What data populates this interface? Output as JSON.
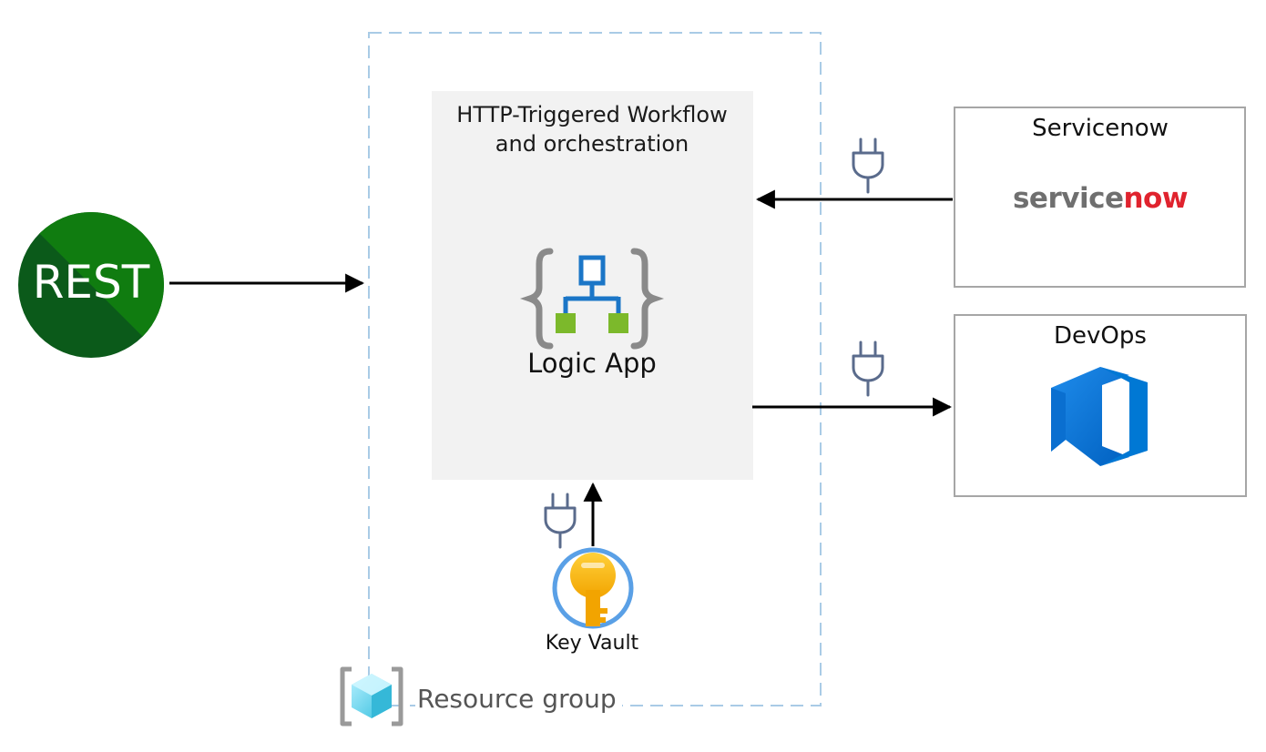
{
  "diagram": {
    "rest": {
      "label": "REST"
    },
    "workflow": {
      "title_line1": "HTTP-Triggered Workflow",
      "title_line2": "and orchestration",
      "app_label": "Logic App"
    },
    "servicenow": {
      "title": "Servicenow",
      "logo_part1": "service",
      "logo_part2": "now"
    },
    "devops": {
      "title": "DevOps"
    },
    "key_vault": {
      "label": "Key Vault"
    },
    "resource_group": {
      "label": "Resource group"
    }
  },
  "icons": [
    "rest-icon",
    "logic-app-icon",
    "servicenow-logo",
    "azure-devops-icon",
    "key-vault-icon",
    "resource-group-icon",
    "connector-plug-icon"
  ],
  "colors": {
    "rest_green": "#107c10",
    "rest_dark_green": "#0b5a1a",
    "panel_gray": "#f2f2f2",
    "dashed_border": "#a9cbe6",
    "box_border": "#a6a6a6",
    "servicenow_red": "#e0232e",
    "devops_blue": "#0078d4",
    "keyvault_yellow": "#ffb900"
  }
}
